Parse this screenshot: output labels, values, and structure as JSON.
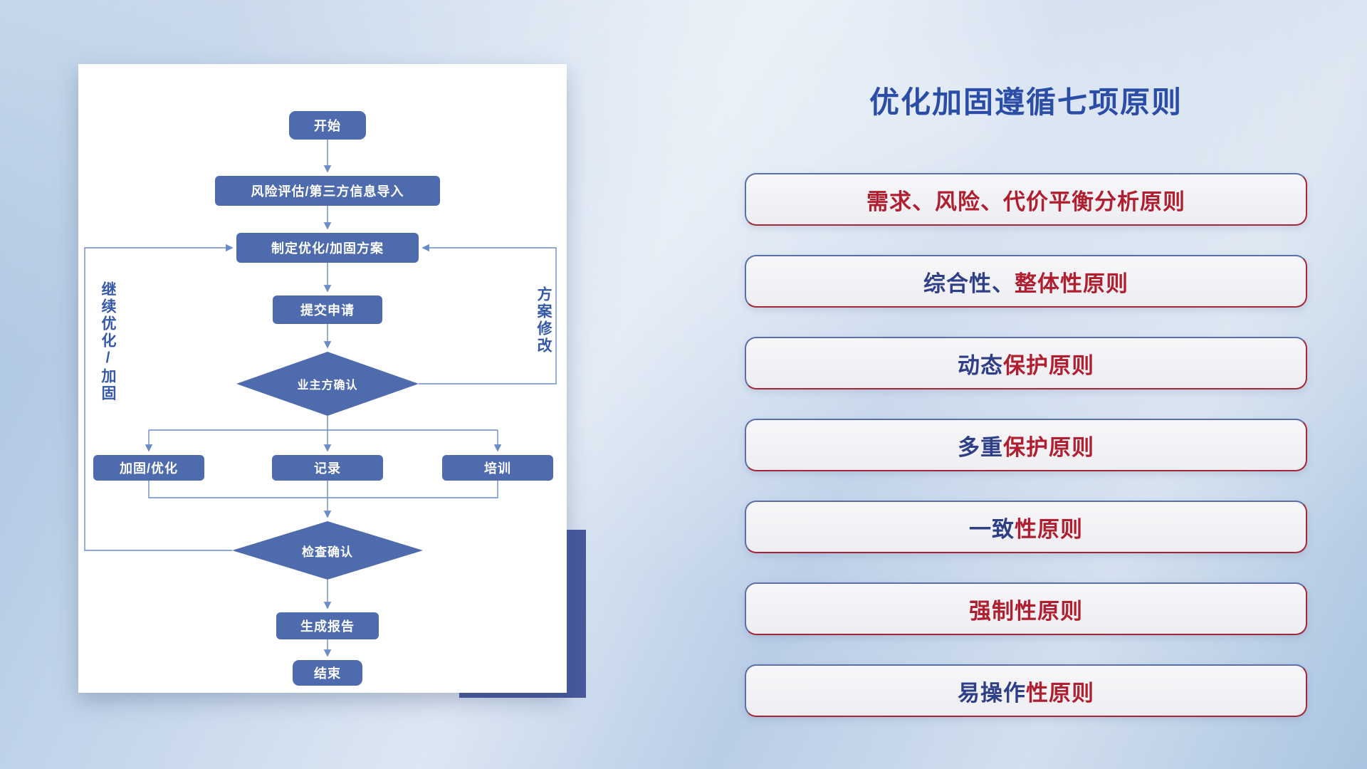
{
  "flowchart": {
    "nodes": {
      "start": "开始",
      "risk_import": "风险评估/第三方信息导入",
      "make_plan": "制定优化/加固方案",
      "submit": "提交申请",
      "owner_confirm": "业主方确认",
      "reinforce": "加固/优化",
      "record": "记录",
      "training": "培训",
      "check_confirm": "检查确认",
      "report": "生成报告",
      "end": "结束"
    },
    "labels": {
      "continue_loop": "继续优化/加固",
      "revise_loop": "方案修改"
    }
  },
  "panel": {
    "title": "优化加固遵循七项原则",
    "principles": [
      {
        "segments": [
          {
            "text": "需求、风险、代价平衡分析原则",
            "color": "red"
          }
        ]
      },
      {
        "segments": [
          {
            "text": "综合性、",
            "color": "blue"
          },
          {
            "text": "整体性原则",
            "color": "red"
          }
        ]
      },
      {
        "segments": [
          {
            "text": "动态",
            "color": "blue"
          },
          {
            "text": "保护原则",
            "color": "red"
          }
        ]
      },
      {
        "segments": [
          {
            "text": "多重",
            "color": "blue"
          },
          {
            "text": "保护原则",
            "color": "red"
          }
        ]
      },
      {
        "segments": [
          {
            "text": "一致",
            "color": "blue"
          },
          {
            "text": "性原则",
            "color": "red"
          }
        ]
      },
      {
        "segments": [
          {
            "text": "强制性原则",
            "color": "red"
          }
        ]
      },
      {
        "segments": [
          {
            "text": "易操作",
            "color": "blue"
          },
          {
            "text": "性原则",
            "color": "red"
          }
        ]
      }
    ]
  },
  "colors": {
    "node_fill": "#4e6bae",
    "edge_line": "#6b8cc7",
    "title_blue": "#2b4da6",
    "text_red": "#b01f30",
    "text_blue": "#2e3f87",
    "accent_rect": "#47599c"
  }
}
